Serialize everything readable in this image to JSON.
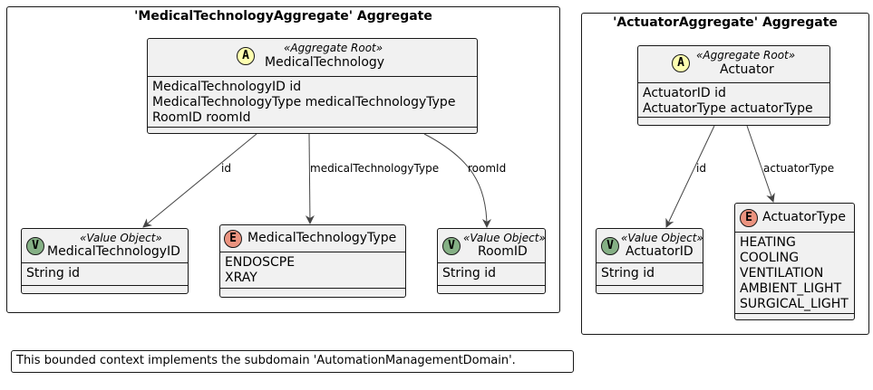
{
  "packages": {
    "medical": {
      "title": "'MedicalTechnologyAggregate' Aggregate"
    },
    "actuator": {
      "title": "'ActuatorAggregate' Aggregate"
    }
  },
  "classes": {
    "medicalTechnology": {
      "badge": "A",
      "badge_color": "#feffb0",
      "stereotype": "«Aggregate Root»",
      "name": "MedicalTechnology",
      "attributes": [
        "MedicalTechnologyID id",
        "MedicalTechnologyType medicalTechnologyType",
        "RoomID roomId"
      ]
    },
    "medicalTechnologyID": {
      "badge": "V",
      "badge_color": "#85b085",
      "stereotype": "«Value Object»",
      "name": "MedicalTechnologyID",
      "attributes": [
        "String id"
      ]
    },
    "medicalTechnologyType": {
      "badge": "E",
      "badge_color": "#eb937f",
      "stereotype": "",
      "name": "MedicalTechnologyType",
      "attributes": [
        "ENDOSCPE",
        "XRAY"
      ]
    },
    "roomID": {
      "badge": "V",
      "badge_color": "#85b085",
      "stereotype": "«Value Object»",
      "name": "RoomID",
      "attributes": [
        "String id"
      ]
    },
    "actuator": {
      "badge": "A",
      "badge_color": "#feffb0",
      "stereotype": "«Aggregate Root»",
      "name": "Actuator",
      "attributes": [
        "ActuatorID id",
        "ActuatorType actuatorType"
      ]
    },
    "actuatorID": {
      "badge": "V",
      "badge_color": "#85b085",
      "stereotype": "«Value Object»",
      "name": "ActuatorID",
      "attributes": [
        "String id"
      ]
    },
    "actuatorType": {
      "badge": "E",
      "badge_color": "#eb937f",
      "stereotype": "",
      "name": "ActuatorType",
      "attributes": [
        "HEATING",
        "COOLING",
        "VENTILATION",
        "AMBIENT_LIGHT",
        "SURGICAL_LIGHT"
      ]
    }
  },
  "edges": {
    "mt_id": {
      "label": "id"
    },
    "mt_type": {
      "label": "medicalTechnologyType"
    },
    "mt_room": {
      "label": "roomId"
    },
    "act_id": {
      "label": "id"
    },
    "act_type": {
      "label": "actuatorType"
    }
  },
  "note": {
    "text": "This bounded context implements the subdomain 'AutomationManagementDomain'."
  },
  "colors": {
    "class_fill": "#f1f1f1",
    "line": "#181818",
    "arrow": "#454545"
  }
}
